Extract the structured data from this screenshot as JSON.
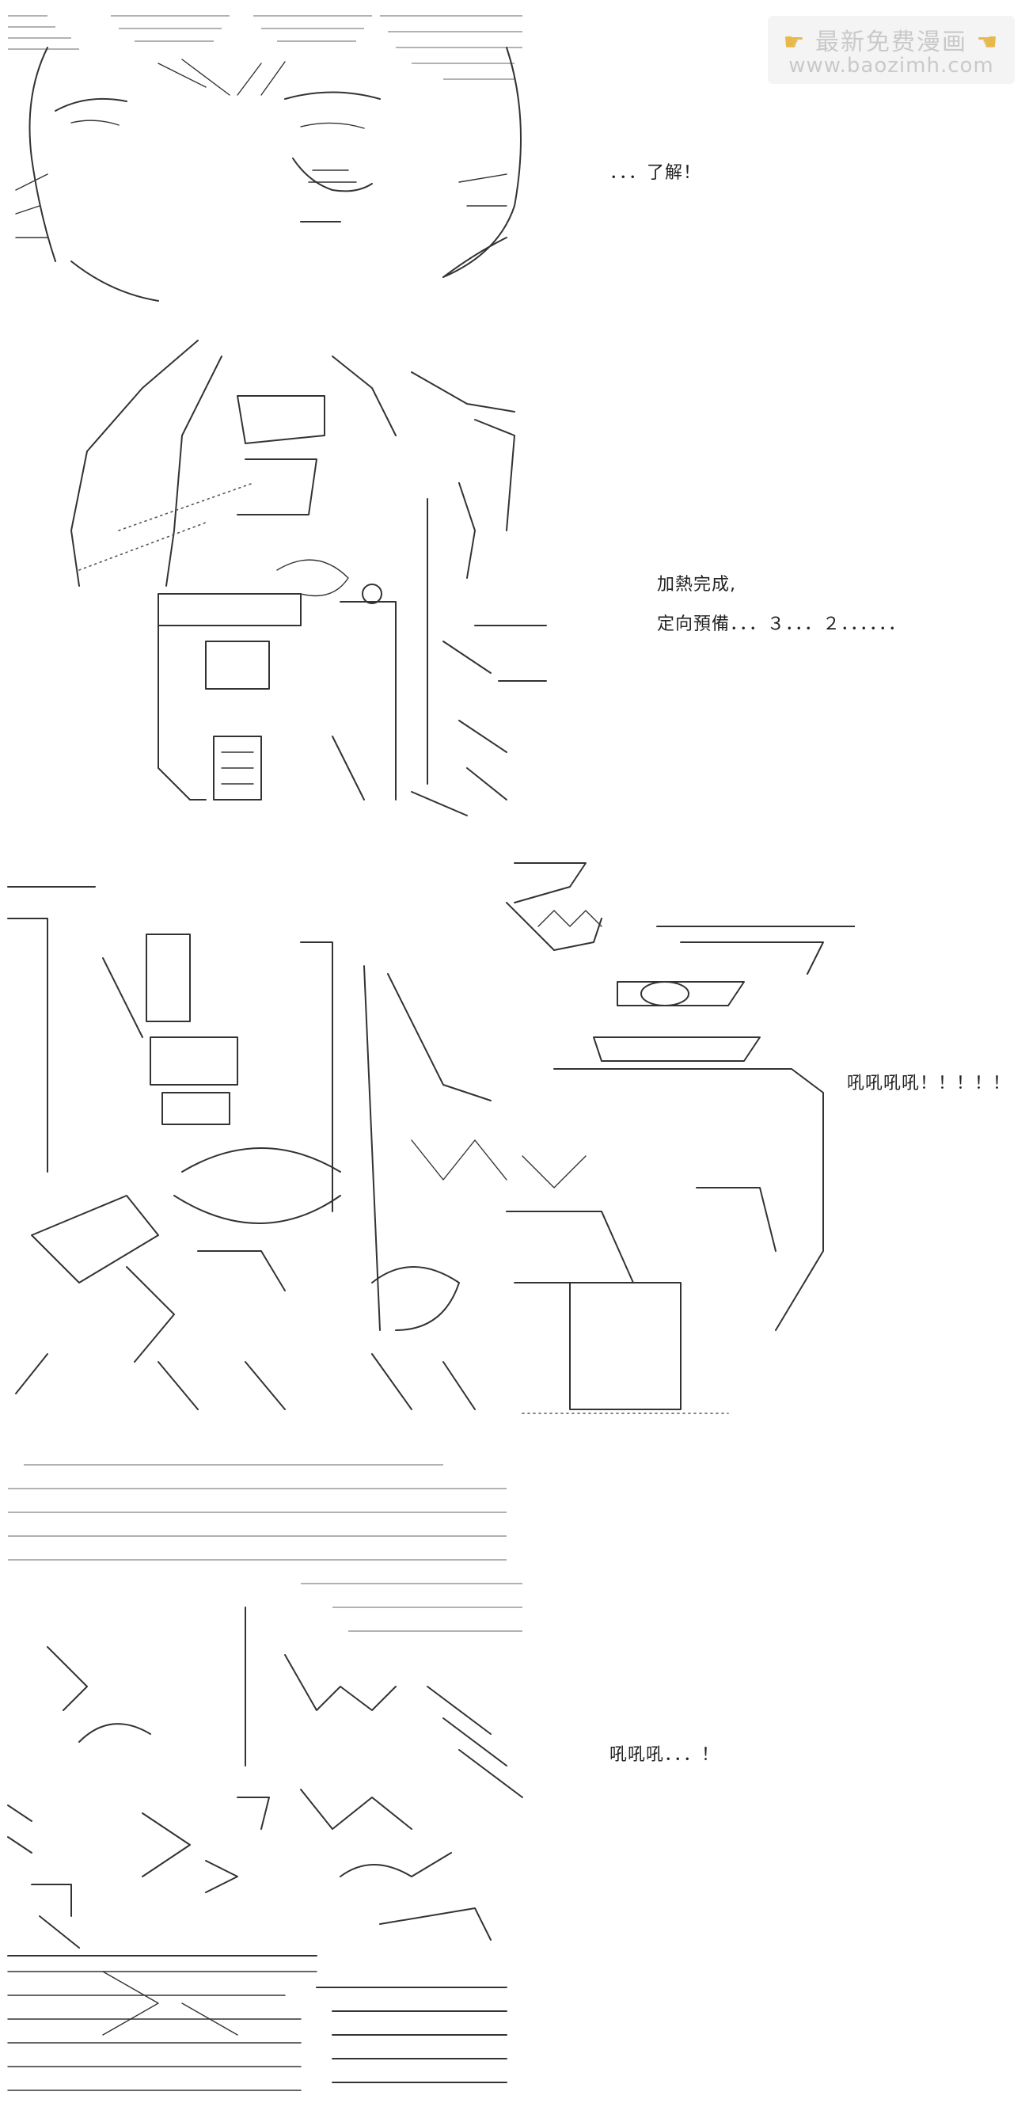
{
  "watermark": {
    "title": "最新免费漫画",
    "url": "www.baozimh.com",
    "icon": "pointing-hand-icon"
  },
  "panels": [
    {
      "id": "panel-1",
      "speech": "．．．了解！"
    },
    {
      "id": "panel-2",
      "speech_line1": "加熱完成,",
      "speech_line2": "定向預備．．．３．．．２．．．．．．"
    },
    {
      "id": "panel-3",
      "speech": "吼吼吼吼！！！！！"
    },
    {
      "id": "panel-4",
      "speech": "吼吼吼．．．！"
    }
  ]
}
